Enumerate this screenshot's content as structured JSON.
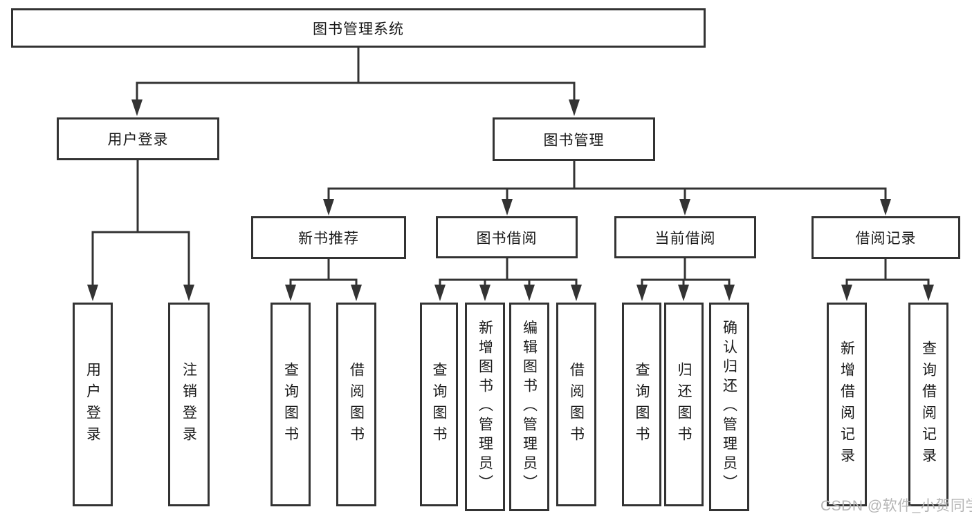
{
  "diagram_title": "图书管理系统",
  "tree": {
    "label": "图书管理系统",
    "children": [
      {
        "label": "用户登录",
        "children": [
          {
            "label": "用户登录"
          },
          {
            "label": "注销登录"
          }
        ]
      },
      {
        "label": "图书管理",
        "children": [
          {
            "label": "新书推荐",
            "children": [
              {
                "label": "查询图书"
              },
              {
                "label": "借阅图书"
              }
            ]
          },
          {
            "label": "图书借阅",
            "children": [
              {
                "label": "查询图书"
              },
              {
                "label": "新增图书（管理员）"
              },
              {
                "label": "编辑图书（管理员）"
              },
              {
                "label": "借阅图书"
              }
            ]
          },
          {
            "label": "当前借阅",
            "children": [
              {
                "label": "查询图书"
              },
              {
                "label": "归还图书"
              },
              {
                "label": "确认归还（管理员）"
              }
            ]
          },
          {
            "label": "借阅记录",
            "children": [
              {
                "label": "新增借阅记录"
              },
              {
                "label": "查询借阅记录"
              }
            ]
          }
        ]
      }
    ]
  },
  "watermark": "CSDN @软件_小贺同学",
  "colors": {
    "line": "#333333",
    "text": "#1a1a1a",
    "watermark": "#b5b5b5",
    "background": "#ffffff"
  }
}
